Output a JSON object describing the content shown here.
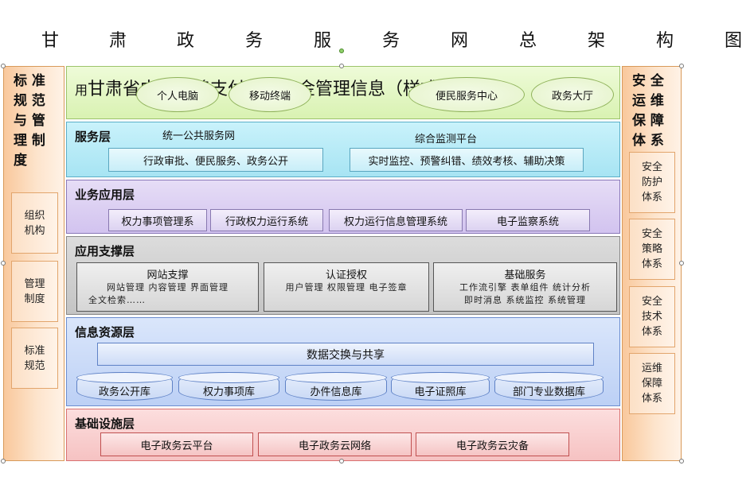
{
  "title": {
    "chars": [
      "甘",
      "肃",
      "政",
      "务",
      "服",
      "务",
      "网",
      "总",
      "架",
      "构",
      "图"
    ]
  },
  "left_panel": {
    "heading_lines": [
      "标 准",
      "规 范",
      "与 管",
      "理 制",
      "度"
    ],
    "boxes": [
      {
        "lines": [
          "组织",
          "机构"
        ]
      },
      {
        "lines": [
          "管理",
          "制度"
        ]
      },
      {
        "lines": [
          "标准",
          "规范"
        ]
      }
    ]
  },
  "right_panel": {
    "heading_lines": [
      "安 全",
      "运 维",
      "保 障",
      "体 系"
    ],
    "boxes": [
      {
        "lines": [
          "安全",
          "防护",
          "体系"
        ]
      },
      {
        "lines": [
          "安全",
          "策略",
          "体系"
        ]
      },
      {
        "lines": [
          "安全",
          "技术",
          "体系"
        ]
      },
      {
        "lines": [
          "运维",
          "保障",
          "体系"
        ]
      }
    ]
  },
  "top_layer": {
    "prefix": "用",
    "text": "甘肃省中经转移支付专项资金管理信息（样式）",
    "ellipses": [
      "个人电脑",
      "移动终端",
      "便民服务中心",
      "政务大厅"
    ]
  },
  "service_layer": {
    "title": "服务层",
    "label_left": "统一公共服务网",
    "label_right": "综合监测平台",
    "box_left": "行政审批、便民服务、政务公开",
    "box_right": "实时监控、预警纠错、绩效考核、辅助决策"
  },
  "business_layer": {
    "title": "业务应用层",
    "boxes": [
      "权力事项管理系",
      "行政权力运行系统",
      "权力运行信息管理系统",
      "电子监察系统"
    ]
  },
  "support_layer": {
    "title": "应用支撑层",
    "blocks": [
      {
        "heading": "网站支撑",
        "line1": "网站管理 内容管理 界面管理",
        "line2": "全文检索……"
      },
      {
        "heading": "认证授权",
        "line1": "用户管理 权限管理 电子签章",
        "line2": ""
      },
      {
        "heading": "基础服务",
        "line1": "工作流引擎 表单组件 统计分析",
        "line2": "即时消息 系统监控 系统管理"
      }
    ]
  },
  "info_layer": {
    "title": "信息资源层",
    "bar": "数据交换与共享",
    "databases": [
      "政务公开库",
      "权力事项库",
      "办件信息库",
      "电子证照库",
      "部门专业数据库"
    ]
  },
  "base_layer": {
    "title": "基础设施层",
    "boxes": [
      "电子政务云平台",
      "电子政务云网络",
      "电子政务云灾备"
    ]
  }
}
